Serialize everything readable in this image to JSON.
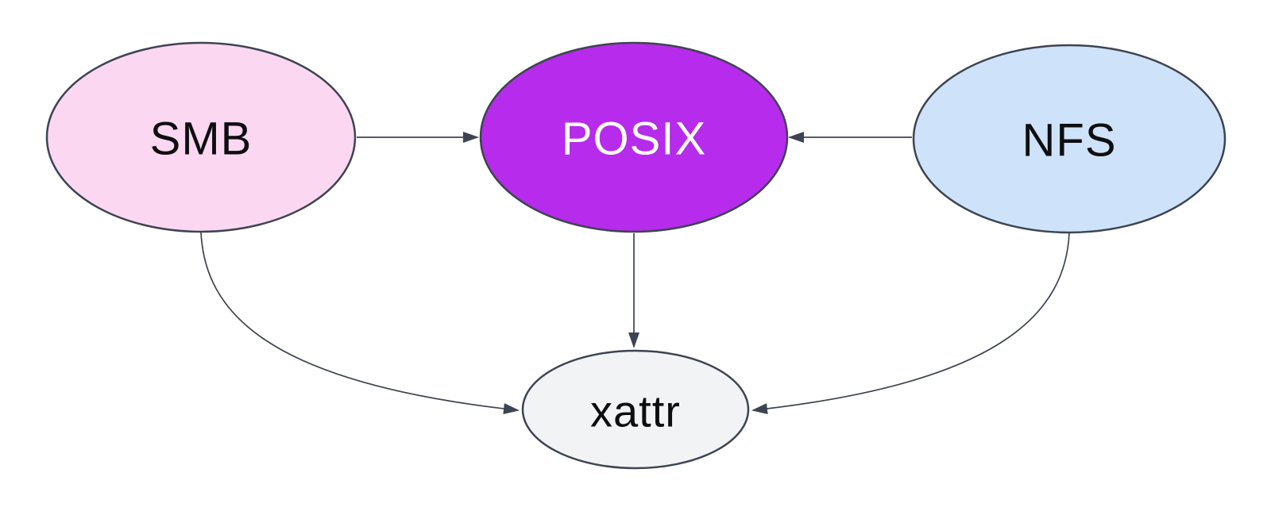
{
  "diagram": {
    "background": "#FFFFFF",
    "stroke_color": "#3D4451",
    "nodes": {
      "smb": {
        "label": "SMB",
        "fill": "#FBD7F2",
        "text_color": "#0E0E10"
      },
      "posix": {
        "label": "POSIX",
        "fill": "#B62BEC",
        "text_color": "#FFFFFF"
      },
      "nfs": {
        "label": "NFS",
        "fill": "#CEE2FA",
        "text_color": "#0E0E10"
      },
      "xattr": {
        "label": "xattr",
        "fill": "#F2F3F5",
        "text_color": "#0E0E10"
      }
    },
    "edges": [
      {
        "from": "SMB",
        "to": "POSIX"
      },
      {
        "from": "NFS",
        "to": "POSIX"
      },
      {
        "from": "POSIX",
        "to": "xattr"
      },
      {
        "from": "SMB",
        "to": "xattr"
      },
      {
        "from": "NFS",
        "to": "xattr"
      }
    ]
  }
}
